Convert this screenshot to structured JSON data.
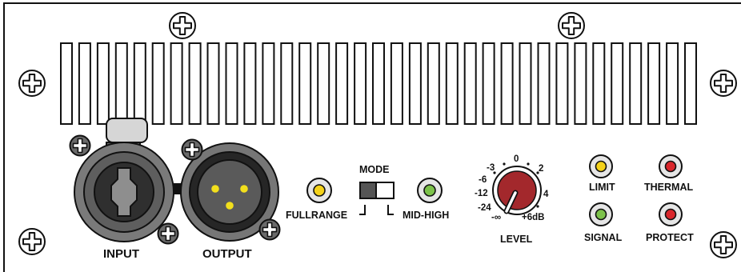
{
  "panel": {
    "input_label": "INPUT",
    "output_label": "OUTPUT",
    "mode": {
      "title": "MODE",
      "left_label": "FULLRANGE",
      "right_label": "MID-HIGH",
      "selected": "FULLRANGE"
    },
    "level": {
      "label": "LEVEL",
      "scale": [
        "-∞",
        "-24",
        "-12",
        "-6",
        "-3",
        "0",
        "2",
        "4",
        "+6dB"
      ]
    },
    "leds": {
      "fullrange": {
        "color": "#f4d21a"
      },
      "mid_high": {
        "color": "#7cc24a"
      },
      "limit": {
        "label": "LIMIT",
        "color": "#f4d21a"
      },
      "thermal": {
        "label": "THERMAL",
        "color": "#d9262b"
      },
      "signal": {
        "label": "SIGNAL",
        "color": "#7cc24a"
      },
      "protect": {
        "label": "PROTECT",
        "color": "#d9262b"
      }
    },
    "colors": {
      "knob": "#a3282c",
      "xlr_pins": "#f2df1c",
      "outline": "#111111"
    }
  }
}
